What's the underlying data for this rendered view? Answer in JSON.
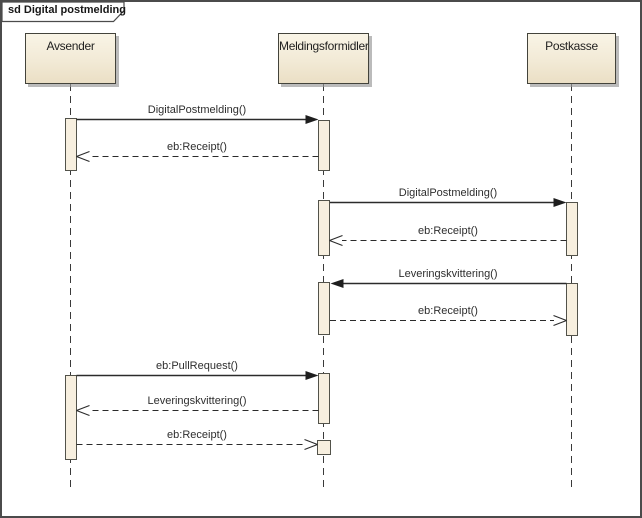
{
  "frame": {
    "title": "sd Digital postmelding"
  },
  "actors": [
    {
      "name": "Avsender"
    },
    {
      "name": "Meldingsformidler"
    },
    {
      "name": "Postkasse"
    }
  ],
  "messages": [
    {
      "label": "DigitalPostmelding()",
      "from": "Avsender",
      "to": "Meldingsformidler",
      "kind": "sync"
    },
    {
      "label": "eb:Receipt()",
      "from": "Meldingsformidler",
      "to": "Avsender",
      "kind": "reply"
    },
    {
      "label": "DigitalPostmelding()",
      "from": "Meldingsformidler",
      "to": "Postkasse",
      "kind": "sync"
    },
    {
      "label": "eb:Receipt()",
      "from": "Postkasse",
      "to": "Meldingsformidler",
      "kind": "reply"
    },
    {
      "label": "Leveringskvittering()",
      "from": "Postkasse",
      "to": "Meldingsformidler",
      "kind": "sync"
    },
    {
      "label": "eb:Receipt()",
      "from": "Meldingsformidler",
      "to": "Postkasse",
      "kind": "reply"
    },
    {
      "label": "eb:PullRequest()",
      "from": "Avsender",
      "to": "Meldingsformidler",
      "kind": "sync"
    },
    {
      "label": "Leveringskvittering()",
      "from": "Meldingsformidler",
      "to": "Avsender",
      "kind": "reply"
    },
    {
      "label": "eb:Receipt()",
      "from": "Avsender",
      "to": "Meldingsformidler",
      "kind": "reply"
    }
  ],
  "colors": {
    "background": "#ffffff",
    "frame_border": "#4b4b4b",
    "actor_fill_top": "#f9f4e6",
    "actor_fill_bottom": "#ebdfc5",
    "actor_border": "#43433b",
    "activation_fill": "#f7efdf",
    "activation_border": "#52524a",
    "line": "#2b2b2b",
    "text": "#2e2e2e"
  }
}
